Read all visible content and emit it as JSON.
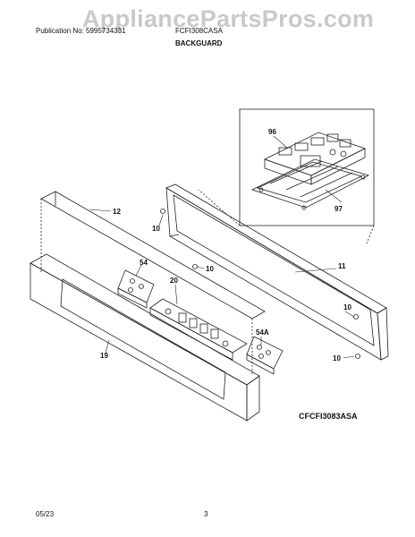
{
  "watermark": "AppliancePartsPros.com",
  "header": {
    "publication": "Publication No: 5995734331",
    "model": "FCFI308CASA",
    "section": "BACKGUARD"
  },
  "callouts": {
    "c96": "96",
    "c97": "97",
    "c12": "12",
    "c10a": "10",
    "c10b": "10",
    "c11": "11",
    "c54": "54",
    "c20": "20",
    "c10c": "10",
    "c54a": "54A",
    "c19": "19",
    "c10d": "10"
  },
  "diagram_code": "CFCFI3083ASA",
  "footer": {
    "date": "05/23",
    "page": "3"
  }
}
